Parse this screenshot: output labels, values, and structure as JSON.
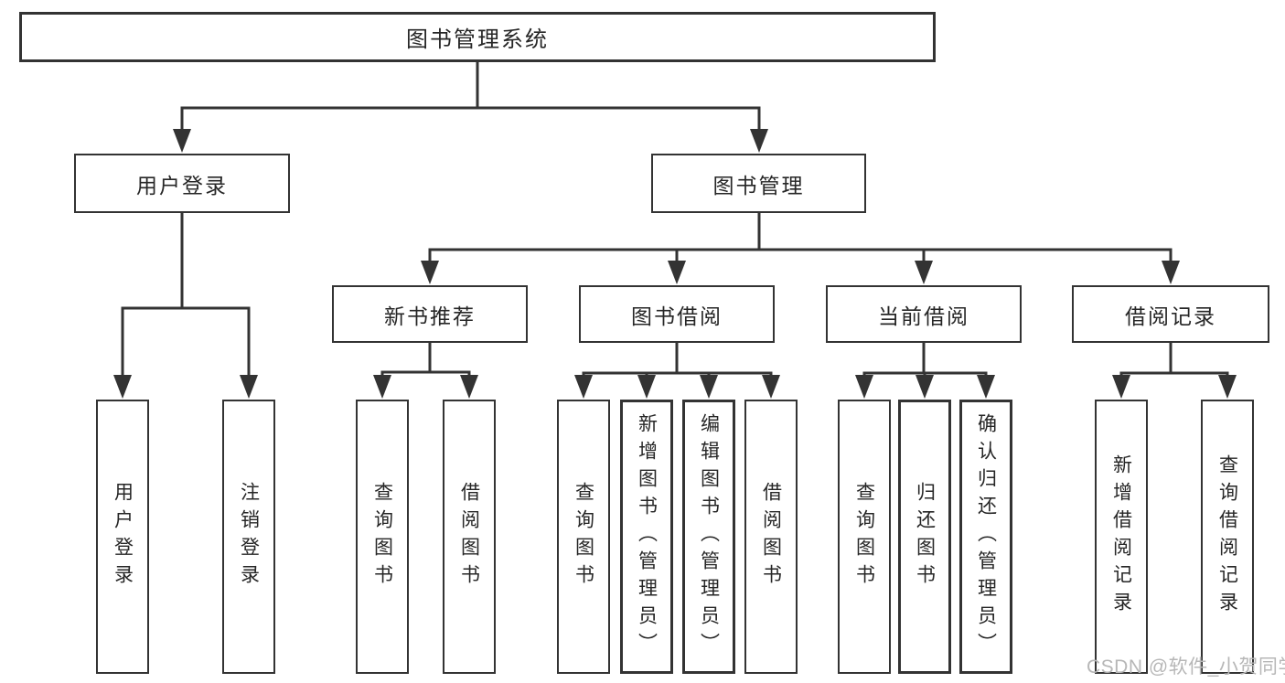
{
  "diagram": {
    "tree": {
      "label": "图书管理系统",
      "children": [
        {
          "label": "用户登录",
          "children": [
            {
              "label": "用户登录"
            },
            {
              "label": "注销登录"
            }
          ]
        },
        {
          "label": "图书管理",
          "children": [
            {
              "label": "新书推荐",
              "children": [
                {
                  "label": "查询图书"
                },
                {
                  "label": "借阅图书"
                }
              ]
            },
            {
              "label": "图书借阅",
              "children": [
                {
                  "label": "查询图书"
                },
                {
                  "label": "新增图书（管理员）"
                },
                {
                  "label": "编辑图书（管理员）"
                },
                {
                  "label": "借阅图书"
                }
              ]
            },
            {
              "label": "当前借阅",
              "children": [
                {
                  "label": "查询图书"
                },
                {
                  "label": "归还图书"
                },
                {
                  "label": "确认归还（管理员）"
                }
              ]
            },
            {
              "label": "借阅记录",
              "children": [
                {
                  "label": "新增借阅记录"
                },
                {
                  "label": "查询借阅记录"
                }
              ]
            }
          ]
        }
      ]
    },
    "watermark": "CSDN @软件_小贺同学",
    "colors": {
      "line": "#333333",
      "text": "#262626",
      "watermark": "#b7b7b7",
      "background": "#ffffff"
    }
  }
}
